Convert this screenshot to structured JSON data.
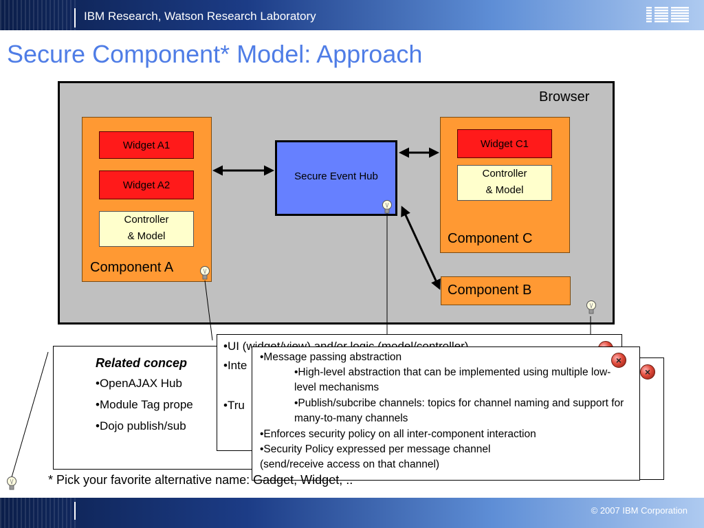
{
  "header": {
    "organization": "IBM Research, Watson Research Laboratory",
    "logo_text": "IBM"
  },
  "slide": {
    "title": "Secure Component* Model: Approach"
  },
  "diagram": {
    "browser_label": "Browser",
    "component_a": {
      "label": "Component A",
      "widget_1": "Widget A1",
      "widget_2": "Widget A2",
      "controller_line1": "Controller",
      "controller_line2": "& Model"
    },
    "hub": {
      "label": "Secure Event Hub"
    },
    "component_c": {
      "label": "Component C",
      "widget_1": "Widget C1",
      "controller_line1": "Controller",
      "controller_line2": "& Model"
    },
    "component_b": {
      "label": "Component B"
    }
  },
  "notes": {
    "related": {
      "heading": "Related concep",
      "items": [
        "•OpenAJAX  Hub",
        "•Module Tag prope",
        "•Dojo publish/sub"
      ]
    },
    "ui_logic": {
      "items": [
        "•UI (widget/view)  and/or logic (model/controller)",
        "•Inte",
        "•Tru"
      ]
    },
    "message_passing": {
      "items": [
        "•Message passing abstraction",
        "•High-level abstraction that can be implemented using multiple low-level mechanisms",
        "•Publish/subcribe channels: topics for channel naming and support for many-to-many channels",
        "•Enforces security policy on all inter-component interaction",
        "•Security Policy expressed per message channel (send/receive access on that channel)"
      ]
    }
  },
  "footnote": "* Pick your favorite alternative name: Gadget, Widget, ..",
  "footer": {
    "copyright": "© 2007 IBM Corporation"
  },
  "colors": {
    "title": "#4f7de6",
    "component": "#ff9933",
    "widget": "#ff1a1a",
    "controller": "#ffffcc",
    "hub": "#6680ff",
    "browser": "#c0c0c0"
  },
  "icons": {
    "note": "lightbulb-icon",
    "close": "close-icon"
  }
}
